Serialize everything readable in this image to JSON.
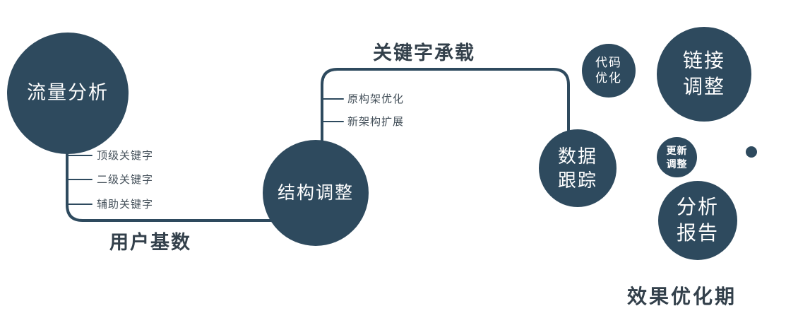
{
  "colors": {
    "primary": "#2e4a5e",
    "label_text": "#33404b",
    "node_text": "#ffffff"
  },
  "nodes": {
    "traffic": {
      "label": "流量分析"
    },
    "structure": {
      "label": "结构调整"
    },
    "tracking": {
      "line1": "数据",
      "line2": "跟踪"
    },
    "code": {
      "line1": "代码",
      "line2": "优化"
    },
    "link": {
      "line1": "链接",
      "line2": "调整"
    },
    "update": {
      "line1": "更新",
      "line2": "调整"
    },
    "report": {
      "line1": "分析",
      "line2": "报告"
    }
  },
  "edges": {
    "user_base": "用户基数",
    "keyword_carry": "关键字承载"
  },
  "branches": {
    "traffic": [
      "顶级关键字",
      "二级关键字",
      "辅助关键字"
    ],
    "structure": [
      "原构架优化",
      "新架构扩展"
    ]
  },
  "footer": "效果优化期"
}
